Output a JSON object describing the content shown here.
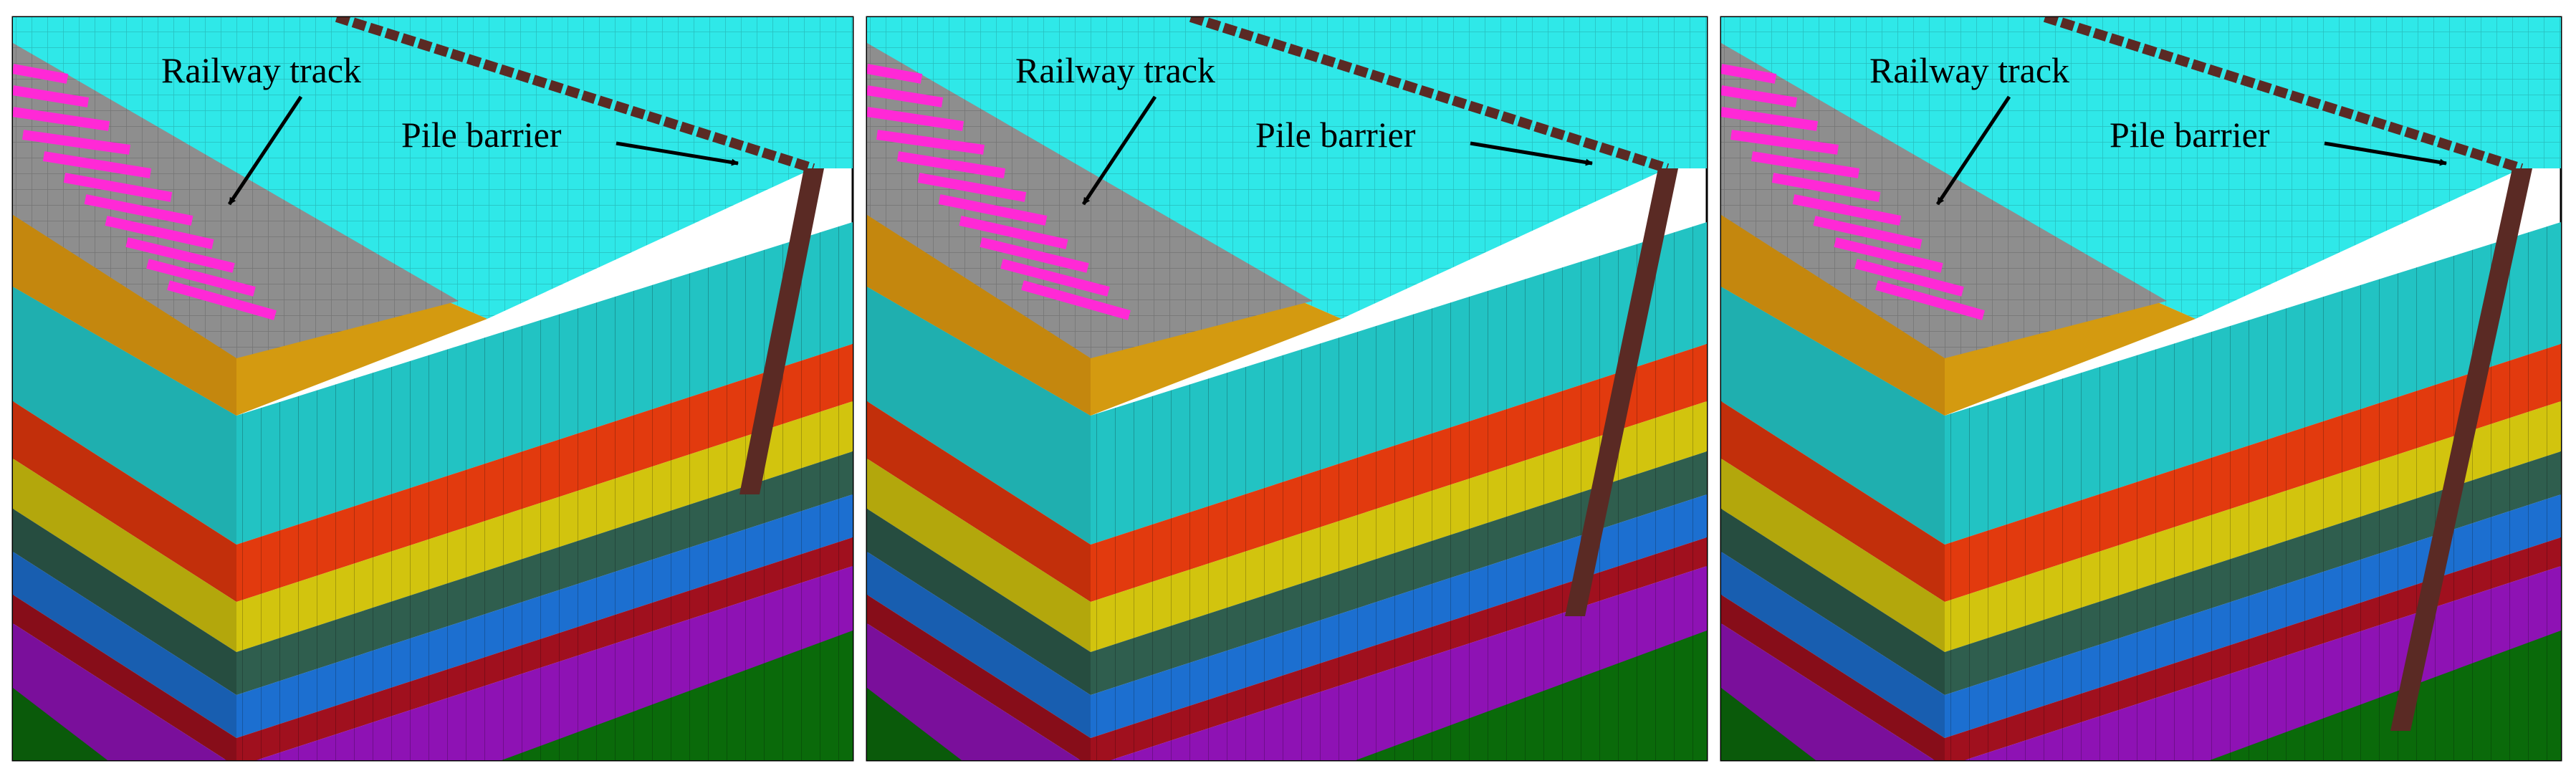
{
  "panels": [
    {
      "labels": {
        "track": "Railway track",
        "barrier": "Pile barrier"
      },
      "barrier_depth": 0.62
    },
    {
      "labels": {
        "track": "Railway track",
        "barrier": "Pile barrier"
      },
      "barrier_depth": 0.82
    },
    {
      "labels": {
        "track": "Railway track",
        "barrier": "Pile barrier"
      },
      "barrier_depth": 1.0
    }
  ],
  "colors": {
    "ground_surface": "#2FE8E8",
    "ground_side": "#1FCBCB",
    "embankment_top": "#8E8E8E",
    "embankment_side": "#6A6A6A",
    "ballast": "#D49A10",
    "sleepers": "#FF29D6",
    "pile": "#5A2A24",
    "layers": [
      "#22C3C3",
      "#E23A0E",
      "#D2C40E",
      "#2F5E4E",
      "#1C6FD0",
      "#A0101E",
      "#8E12B4",
      "#0A6A0A"
    ]
  },
  "icons": [
    "arrow-icon"
  ]
}
